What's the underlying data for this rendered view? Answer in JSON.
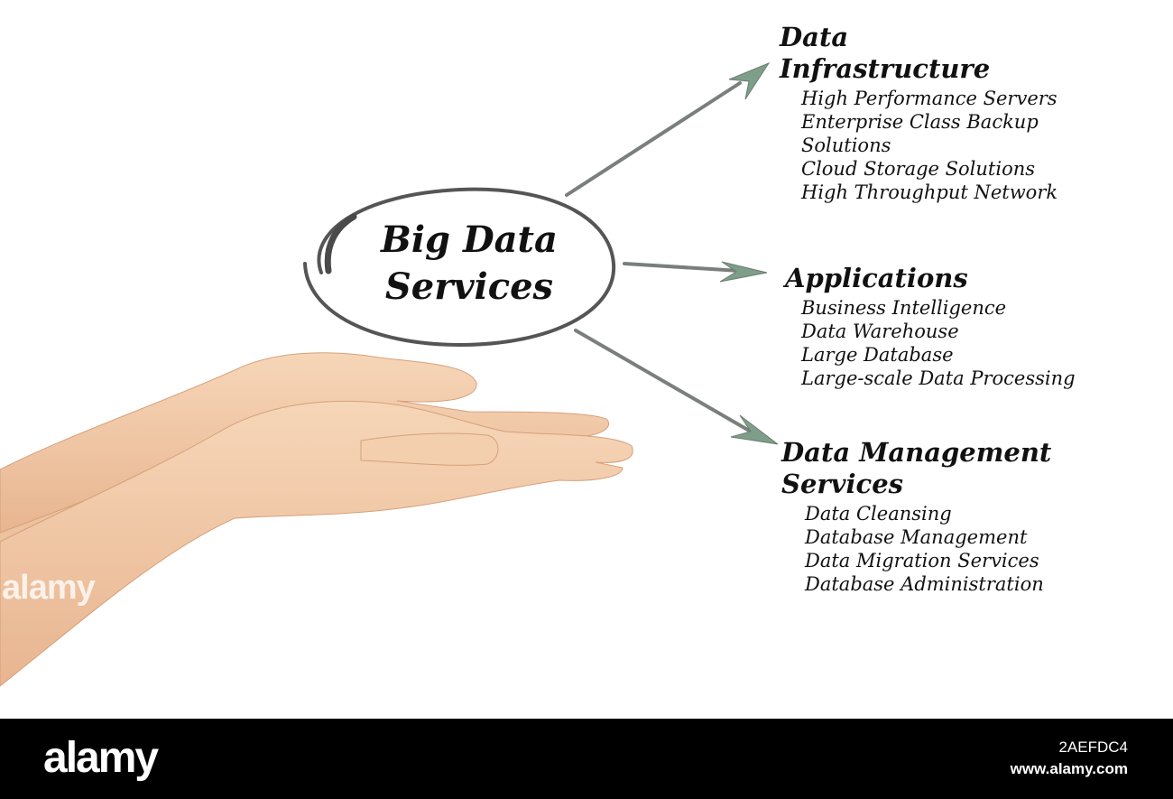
{
  "diagram": {
    "center": {
      "line1": "Big Data",
      "line2": "Services"
    },
    "branches": [
      {
        "title": "Data Infrastructure",
        "title_line1": "Data",
        "title_line2": "Infrastructure",
        "items": [
          "High Performance Servers",
          "Enterprise Class Backup",
          "Solutions",
          "Cloud Storage Solutions",
          "High Throughput Network"
        ]
      },
      {
        "title": "Applications",
        "items": [
          "Business Intelligence",
          "Data Warehouse",
          "Large Database",
          "Large-scale Data Processing"
        ]
      },
      {
        "title": "Data Management Services",
        "title_line1": "Data Management",
        "title_line2": "Services",
        "items": [
          "Data Cleansing",
          "Database Management",
          "Data Migration Services",
          "Database Administration"
        ]
      }
    ]
  },
  "colors": {
    "arrow": "#7a7f7c",
    "arrowhead": "#7f9e8a",
    "ellipse": "#555555",
    "skin": "#f1c9a6",
    "footer": "#000000"
  },
  "watermark": {
    "side": "alamy",
    "logo": "alamy",
    "image_id": "2AEFDC4",
    "url": "www.alamy.com"
  }
}
